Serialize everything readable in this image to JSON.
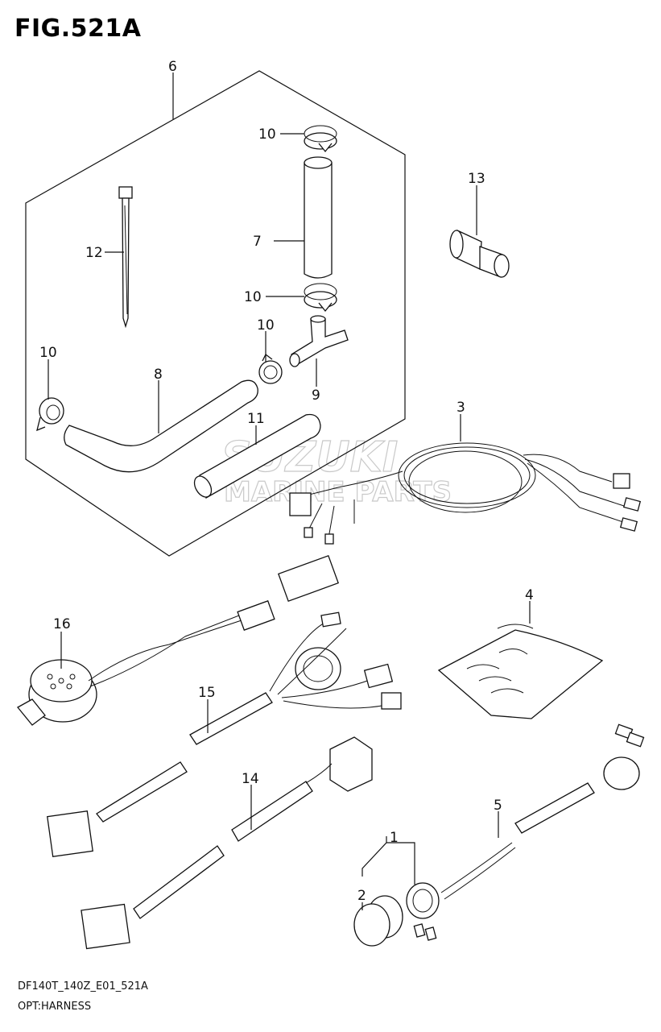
{
  "figure": {
    "title": "FIG.521A",
    "code": "DF140T_140Z_E01_521A",
    "name": "OPT:HARNESS"
  },
  "watermark": {
    "line1": "SUZUKI",
    "line2": "MARINE PARTS"
  },
  "callouts": [
    "1",
    "2",
    "3",
    "4",
    "5",
    "6",
    "7",
    "8",
    "9",
    "10",
    "10",
    "10",
    "10",
    "11",
    "12",
    "13",
    "14",
    "15",
    "16"
  ]
}
